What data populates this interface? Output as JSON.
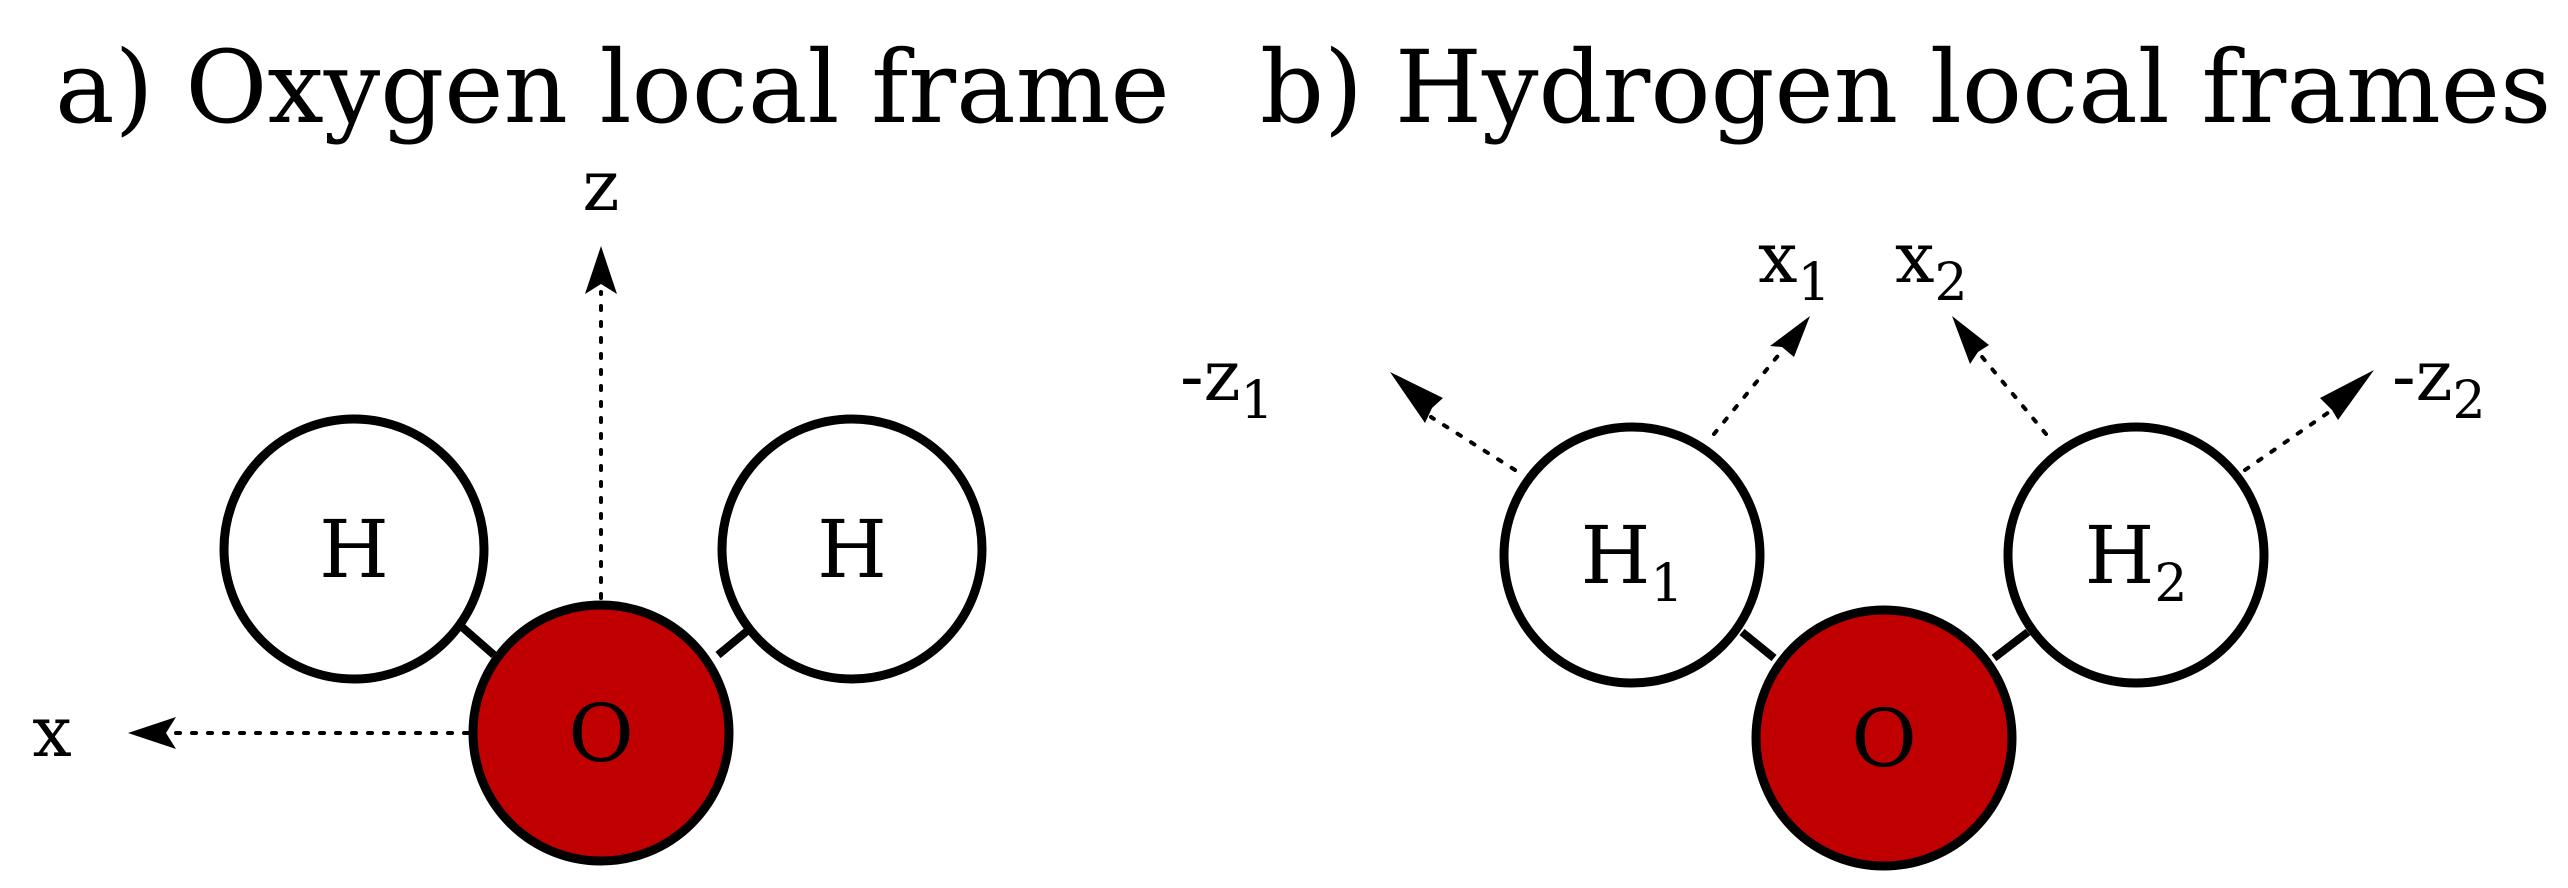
{
  "panel_a": {
    "title": "a) Oxygen local frame",
    "atoms": {
      "h_left": "H",
      "h_right": "H",
      "o": "O"
    },
    "axes": {
      "z": "z",
      "x": "x"
    }
  },
  "panel_b": {
    "title": "b) Hydrogen local frames",
    "atoms": {
      "h1": "H",
      "h1_sub": "1",
      "h2": "H",
      "h2_sub": "2",
      "o": "O"
    },
    "axes": {
      "x1": "x",
      "x1_sub": "1",
      "x2": "x",
      "x2_sub": "2",
      "neg_z1": "-z",
      "neg_z1_sub": "1",
      "neg_z2": "-z",
      "neg_z2_sub": "2"
    }
  },
  "colors": {
    "oxygen": "#c00000",
    "hydrogen": "#ffffff",
    "outline": "#000000"
  }
}
